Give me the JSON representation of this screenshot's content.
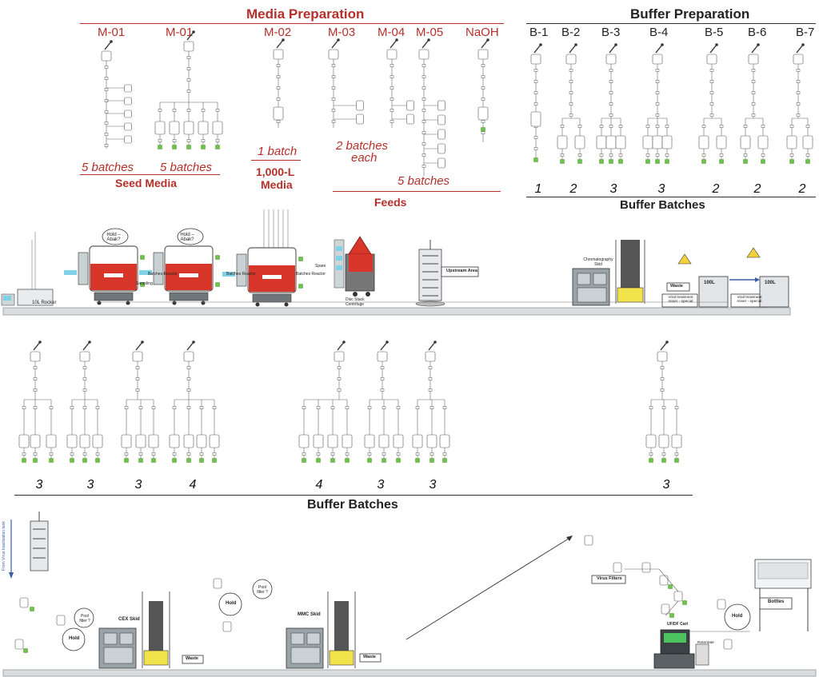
{
  "media": {
    "title": "Media Preparation",
    "columns": [
      {
        "label": "M-01",
        "x": 0
      },
      {
        "label": "M-01"
      },
      {
        "label": "M-02"
      },
      {
        "label": "M-03"
      },
      {
        "label": "M-04"
      },
      {
        "label": "M-05"
      },
      {
        "label": "NaOH"
      }
    ],
    "batches_seed_1": "5 batches",
    "batches_seed_2": "5 batches",
    "seed_media": "Seed Media",
    "batch_1": "1 batch",
    "media_1000": "1,000-L",
    "media_word": "Media",
    "batches_feeds": "2 batches",
    "batches_each": "each",
    "batches_m05": "5 batches",
    "feeds": "Feeds"
  },
  "buffer_prep": {
    "title": "Buffer Preparation",
    "columns": [
      "B-1",
      "B-2",
      "B-3",
      "B-4",
      "B-5",
      "B-6",
      "B-7"
    ],
    "batches": [
      "1",
      "2",
      "3",
      "3",
      "2",
      "2",
      "2"
    ],
    "footer": "Buffer Batches"
  },
  "process": {
    "rocker": "10L Rocker",
    "hold_1": "Hold – Abak?",
    "hold_2": "Hold – Abak?",
    "reactor_label_1": "Batches Reactor",
    "reactor_label_2": "Batches Reactor",
    "reactor_label_3": "Batches Reactor",
    "sampling": "Sampling",
    "spare": "Spare",
    "disc_stack": "Disc Stack Centrifuge",
    "upstream": "Upstream Area",
    "chrom_skid": "Chromatography Skid",
    "waste": "Waste",
    "viral_1": "Viral treatment mixer - special",
    "viral_2": "Viral treatment mixer - special",
    "tank_100l_1": "100L",
    "tank_100l_2": "100L"
  },
  "middle_batches": {
    "counts": [
      "3",
      "3",
      "3",
      "4",
      "4",
      "3",
      "3",
      "3"
    ],
    "footer": "Buffer Batches"
  },
  "bottom": {
    "cex_skid": "CEX Skid",
    "mmc_skid": "MMC Skid",
    "waste_1": "Waste",
    "waste_2": "Waste",
    "pool_filter_1": "Pool filter ?",
    "pool_filter_2": "Pool filter ?",
    "hold_1": "Hold",
    "hold_2": "Hold",
    "hold_3": "Hold",
    "virus_filters": "Virus Filters",
    "uf_df": "UF/DF Cart",
    "bottles": "Bottles",
    "retentate": "Retentate",
    "vertical_text": "From Virus Inactivation tank"
  }
}
